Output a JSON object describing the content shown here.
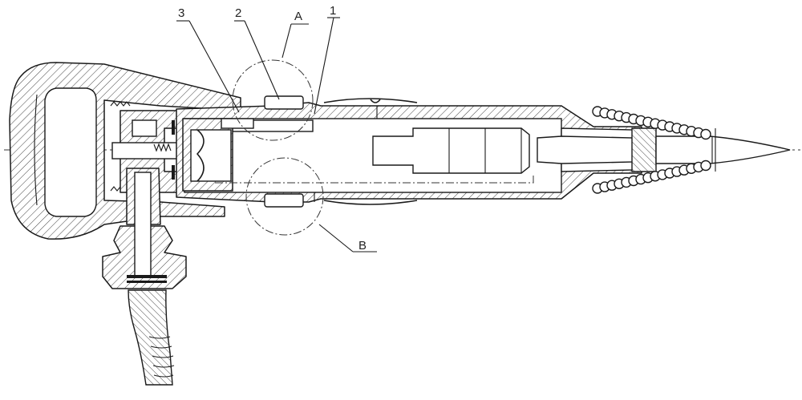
{
  "labels": {
    "part_3": "3",
    "part_2": "2",
    "detail_a": "A",
    "part_1": "1",
    "detail_b": "B"
  }
}
